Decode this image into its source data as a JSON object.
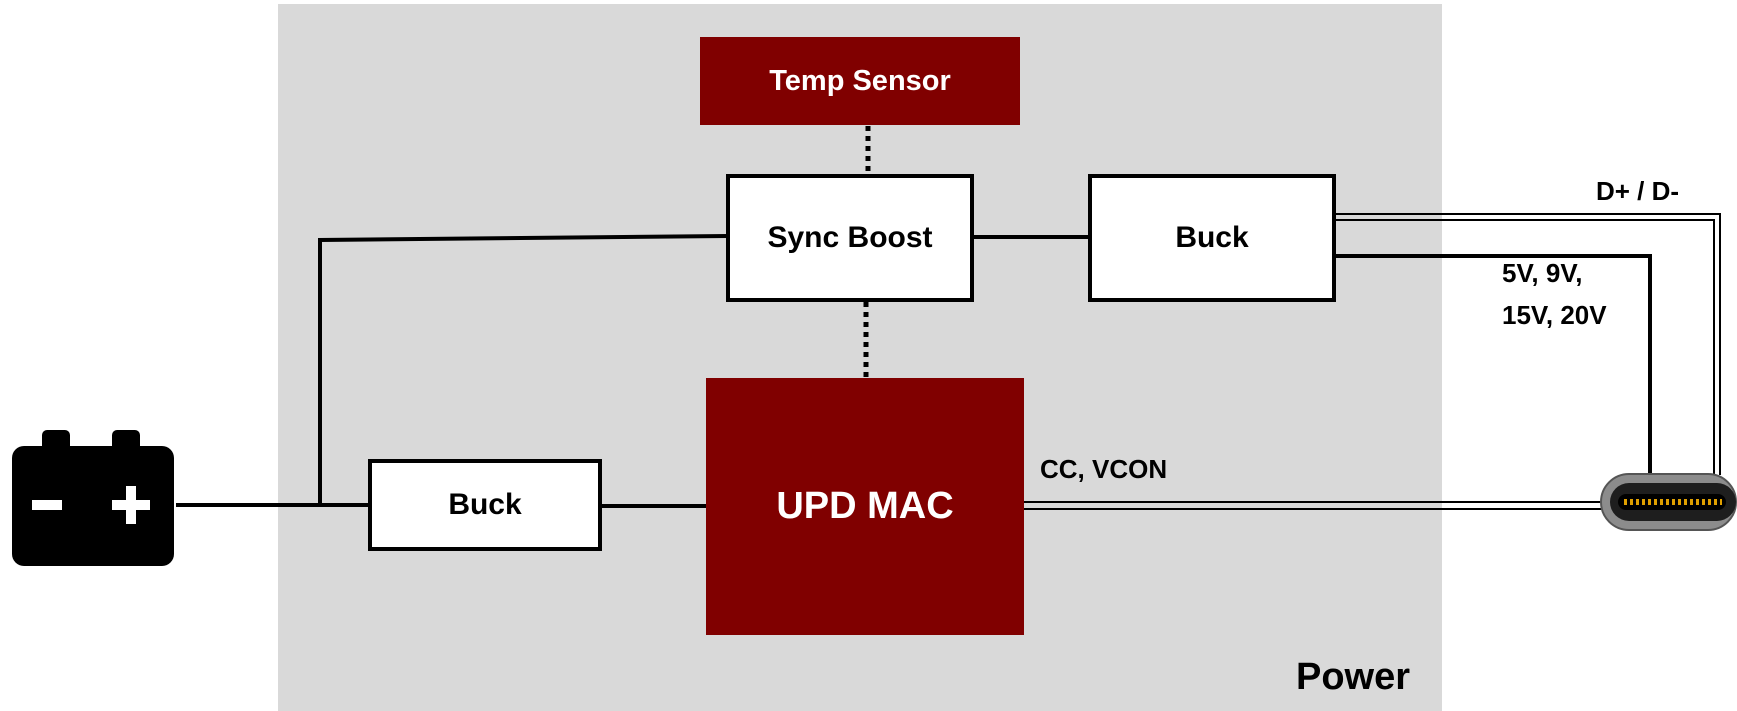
{
  "blocks": {
    "temp_sensor": "Temp Sensor",
    "sync_boost": "Sync Boost",
    "buck_top": "Buck",
    "buck_bottom": "Buck",
    "upd_mac": "UPD MAC"
  },
  "labels": {
    "data_lines": "D+ / D-",
    "voltages_line1": "5V, 9V,",
    "voltages_line2": "15V, 20V",
    "cc_vcon": "CC, VCON",
    "region": "Power"
  },
  "icons": {
    "battery": "battery-icon",
    "connector": "usb-c-connector-icon"
  },
  "colors": {
    "region_bg": "#d9d9d9",
    "accent_block": "#800000",
    "line": "#000000"
  }
}
